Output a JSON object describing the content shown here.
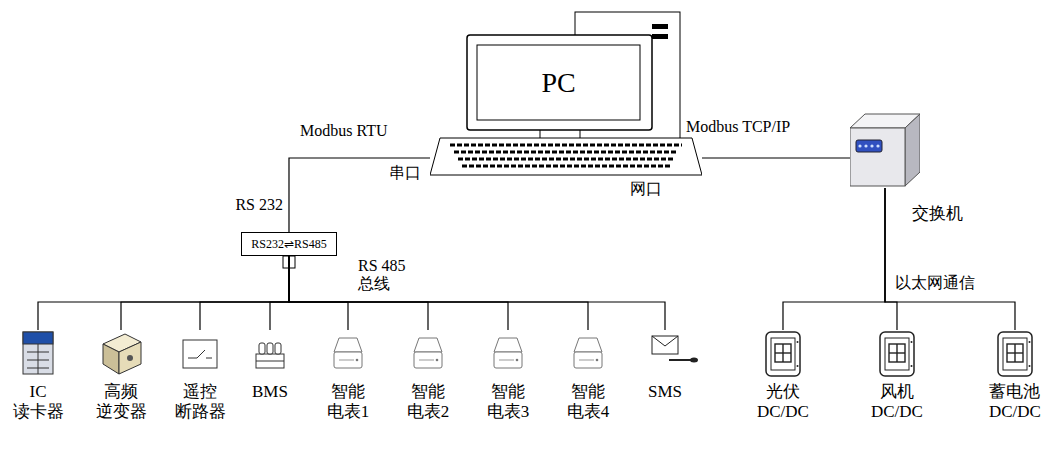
{
  "diagram": {
    "nodes": [
      {
        "text": [
          "PC"
        ]
      },
      {
        "text": [
          "RS232⇌RS485"
        ]
      },
      {
        "text": [
          "交换机"
        ]
      },
      {
        "text": [
          "IC 读卡器"
        ]
      },
      {
        "text": [
          "高频 逆变器"
        ]
      },
      {
        "text": [
          "遥控 断路器"
        ]
      },
      {
        "text": [
          "BMS"
        ]
      },
      {
        "text": [
          "智能 电表1"
        ]
      },
      {
        "text": [
          "智能 电表2"
        ]
      },
      {
        "text": [
          "智能 电表3"
        ]
      },
      {
        "text": [
          "智能 电表4"
        ]
      },
      {
        "text": [
          "SMS"
        ]
      },
      {
        "text": [
          "光伏 DC/DC"
        ]
      },
      {
        "text": [
          "风机 DC/DC"
        ]
      },
      {
        "text": [
          "蓄电池 DC/DC"
        ]
      }
    ],
    "edges": [
      {
        "from": 0,
        "to": 1,
        "arrow": "none"
      },
      {
        "from": 0,
        "to": 2,
        "arrow": "none"
      },
      {
        "from": 1,
        "to": 3,
        "arrow": "none"
      },
      {
        "from": 1,
        "to": 4,
        "arrow": "none"
      },
      {
        "from": 1,
        "to": 5,
        "arrow": "none"
      },
      {
        "from": 1,
        "to": 6,
        "arrow": "none"
      },
      {
        "from": 1,
        "to": 7,
        "arrow": "none"
      },
      {
        "from": 1,
        "to": 8,
        "arrow": "none"
      },
      {
        "from": 1,
        "to": 9,
        "arrow": "none"
      },
      {
        "from": 1,
        "to": 10,
        "arrow": "none"
      },
      {
        "from": 1,
        "to": 11,
        "arrow": "none"
      },
      {
        "from": 2,
        "to": 12,
        "arrow": "none"
      },
      {
        "from": 2,
        "to": 13,
        "arrow": "none"
      },
      {
        "from": 2,
        "to": 14,
        "arrow": "none"
      }
    ],
    "labels": [
      "Modbus RTU",
      "Modbus TCP/IP",
      "串口",
      "网口",
      "RS 232",
      "RS 485 总线",
      "以太网通信"
    ]
  }
}
